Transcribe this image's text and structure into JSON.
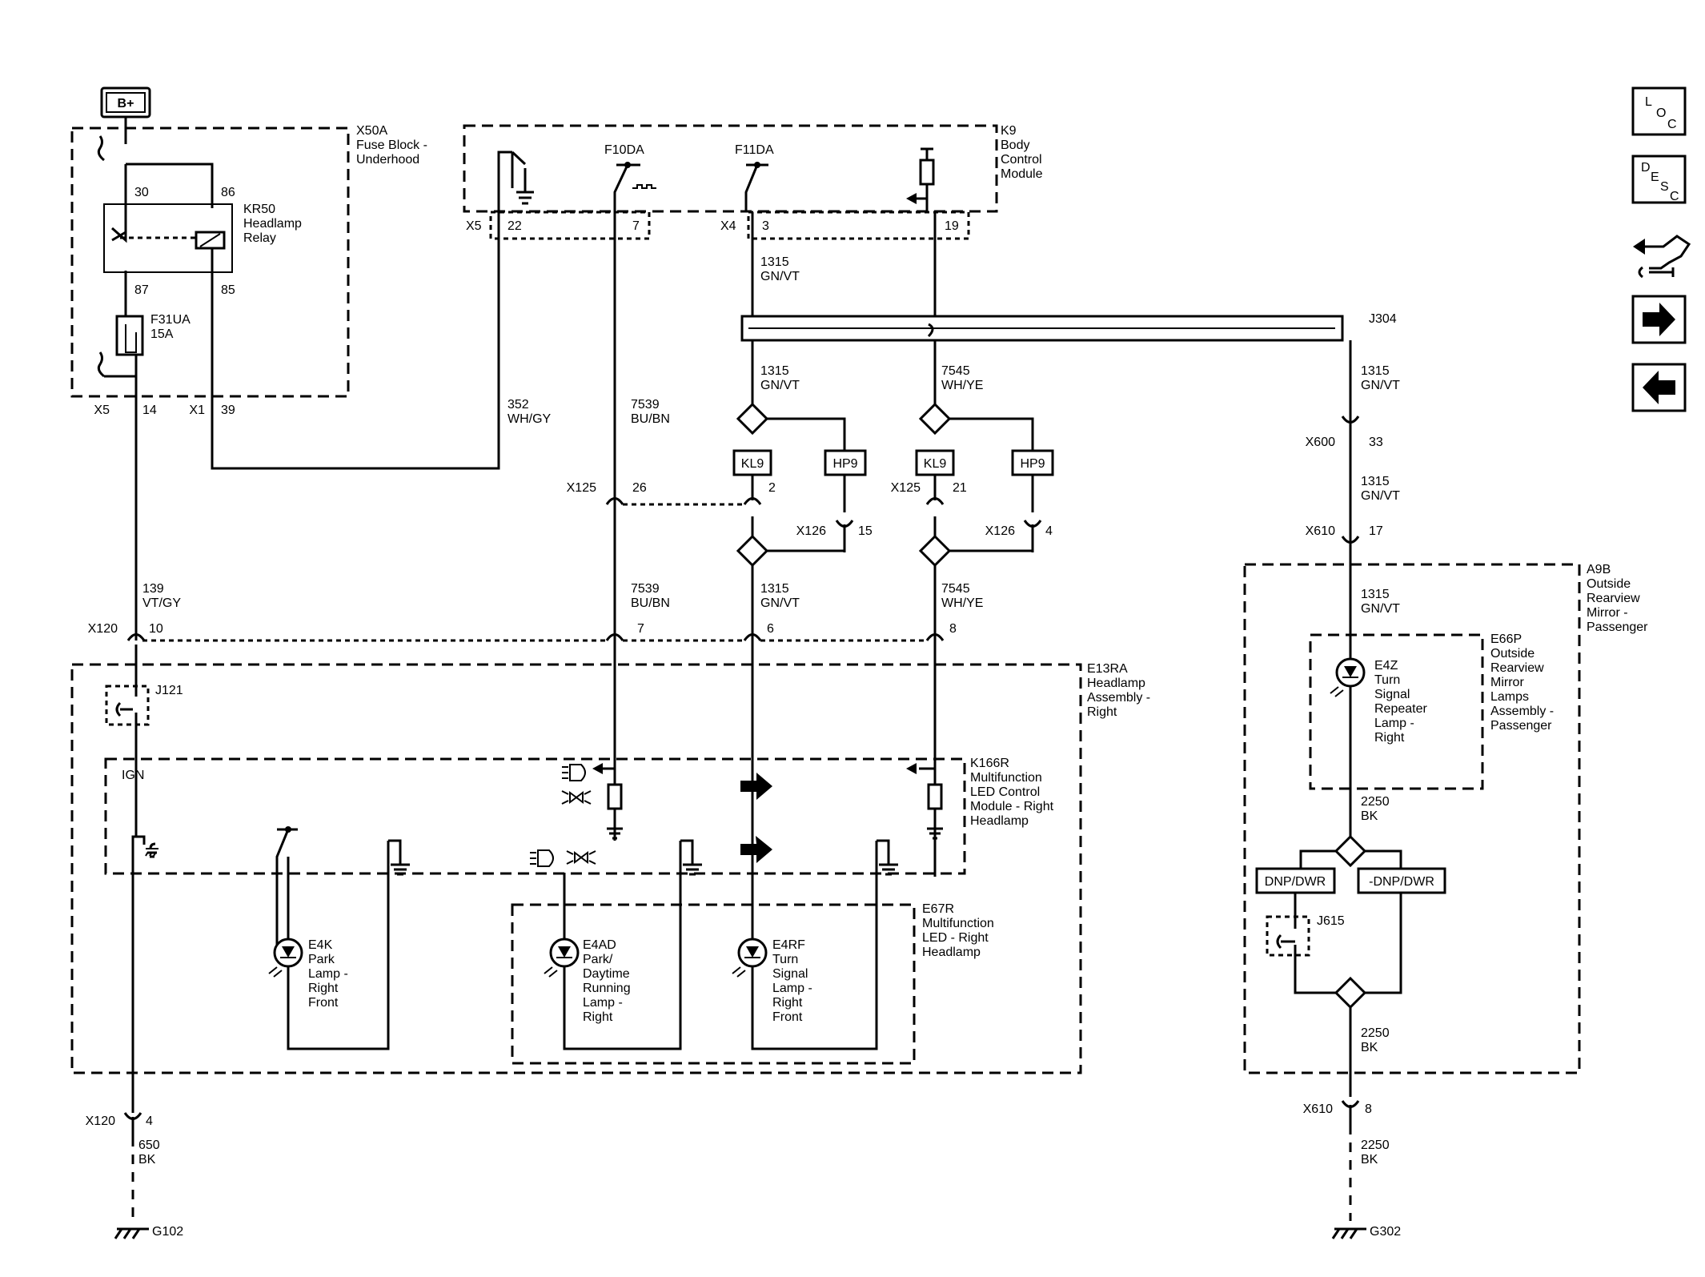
{
  "power": {
    "bplus": "B+"
  },
  "fuse_block": {
    "id": "X50A",
    "name_1": "Fuse Block -",
    "name_2": "Underhood"
  },
  "relay": {
    "id": "KR50",
    "name_1": "Headlamp",
    "name_2": "Relay",
    "pin30": "30",
    "pin86": "86",
    "pin87": "87",
    "pin85": "85"
  },
  "fuse": {
    "id": "F31UA",
    "rating": "15A"
  },
  "fb_conn": {
    "x5": "X5",
    "x5_pin": "14",
    "x1": "X1",
    "x1_pin": "39"
  },
  "bcm": {
    "id": "K9",
    "name_1": "Body",
    "name_2": "Control",
    "name_3": "Module",
    "f10da": "F10DA",
    "f11da": "F11DA",
    "x5": "X5",
    "pin22": "22",
    "pin7": "7",
    "x4": "X4",
    "pin3": "3",
    "pin19": "19"
  },
  "wires": {
    "w352_num": "352",
    "w352_col": "WH/GY",
    "w7539a_num": "7539",
    "w7539a_col": "BU/BN",
    "w1315a_num": "1315",
    "w1315a_col": "GN/VT",
    "w1315b_num": "1315",
    "w1315b_col": "GN/VT",
    "w7545a_num": "7545",
    "w7545a_col": "WH/YE",
    "w1315c_num": "1315",
    "w1315c_col": "GN/VT",
    "w1315d_num": "1315",
    "w1315d_col": "GN/VT",
    "w139_num": "139",
    "w139_col": "VT/GY",
    "w7539b_num": "7539",
    "w7539b_col": "BU/BN",
    "w1315e_num": "1315",
    "w1315e_col": "GN/VT",
    "w7545b_num": "7545",
    "w7545b_col": "WH/YE",
    "w1315f_num": "1315",
    "w1315f_col": "GN/VT",
    "w2250a_num": "2250",
    "w2250a_col": "BK",
    "w2250b_num": "2250",
    "w2250b_col": "BK",
    "w2250c_num": "2250",
    "w2250c_col": "BK",
    "w650_num": "650",
    "w650_col": "BK"
  },
  "splice": {
    "j304": "J304",
    "kl9a": "KL9",
    "hp9a": "HP9",
    "kl9b": "KL9",
    "hp9b": "HP9"
  },
  "connectors": {
    "x125": "X125",
    "x125_p26": "26",
    "x125_p2": "2",
    "x125b": "X125",
    "x125_p21": "21",
    "x126": "X126",
    "x126_p15": "15",
    "x126b": "X126",
    "x126_p4": "4",
    "x600": "X600",
    "x600_p33": "33",
    "x610": "X610",
    "x610_p17": "17",
    "x120": "X120",
    "x120_p10": "10",
    "x120_p7": "7",
    "x120_p6": "6",
    "x120_p8": "8",
    "x120b": "X120",
    "x120_p4": "4",
    "x610b": "X610",
    "x610_p8": "8"
  },
  "headlamp": {
    "id": "E13RA",
    "name_1": "Headlamp",
    "name_2": "Assembly -",
    "name_3": "Right",
    "j121": "J121",
    "ign": "IGN",
    "k166r": "K166R",
    "k_1": "Multifunction",
    "k_2": "LED Control",
    "k_3": "Module - Right",
    "k_4": "Headlamp",
    "e67r": "E67R",
    "m_1": "Multifunction",
    "m_2": "LED - Right",
    "m_3": "Headlamp",
    "e4k": "E4K",
    "e4k_1": "Park",
    "e4k_2": "Lamp -",
    "e4k_3": "Right",
    "e4k_4": "Front",
    "e4ad": "E4AD",
    "e4ad_1": "Park/",
    "e4ad_2": "Daytime",
    "e4ad_3": "Running",
    "e4ad_4": "Lamp -",
    "e4ad_5": "Right",
    "e4rf": "E4RF",
    "e4rf_1": "Turn",
    "e4rf_2": "Signal",
    "e4rf_3": "Lamp -",
    "e4rf_4": "Right",
    "e4rf_5": "Front"
  },
  "mirror": {
    "id": "A9B",
    "name_1": "Outside",
    "name_2": "Rearview",
    "name_3": "Mirror -",
    "name_4": "Passenger",
    "e66p": "E66P",
    "e_1": "Outside",
    "e_2": "Rearview",
    "e_3": "Mirror",
    "e_4": "Lamps",
    "e_5": "Assembly -",
    "e_6": "Passenger",
    "e4z": "E4Z",
    "z_1": "Turn",
    "z_2": "Signal",
    "z_3": "Repeater",
    "z_4": "Lamp -",
    "z_5": "Right",
    "dnp": "DNP/DWR",
    "ndnp": "-DNP/DWR",
    "j615": "J615"
  },
  "grounds": {
    "g102": "G102",
    "g302": "G302"
  },
  "nav": {
    "loc_l": "L",
    "loc_o": "O",
    "loc_c": "C",
    "desc_d": "D",
    "desc_e": "E",
    "desc_s": "S",
    "desc_c": "C",
    "icons": [
      "location-icon",
      "description-icon",
      "connector-wrench-icon",
      "next-arrow-icon",
      "previous-arrow-icon"
    ]
  }
}
